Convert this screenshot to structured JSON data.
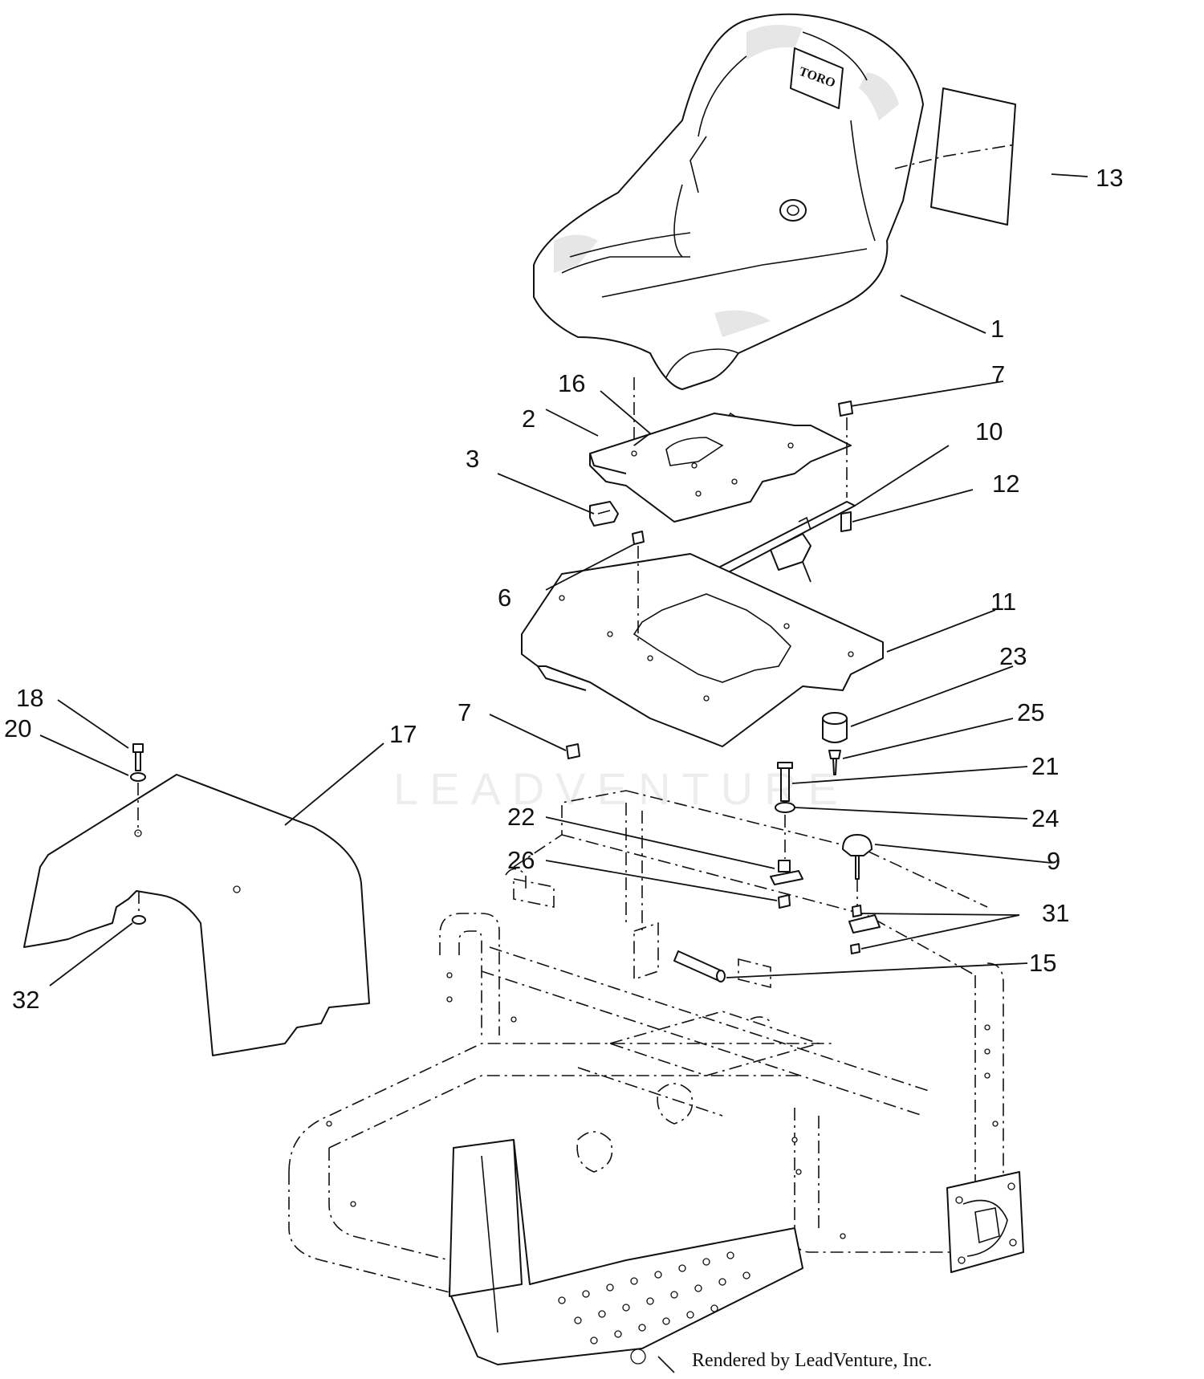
{
  "seat_logo": "TORO",
  "watermark": "LEADVENTURE",
  "footer": "Rendered by LeadVenture, Inc.",
  "callouts": [
    {
      "id": "c1",
      "text": "1"
    },
    {
      "id": "c2",
      "text": "2"
    },
    {
      "id": "c3",
      "text": "3"
    },
    {
      "id": "c6",
      "text": "6"
    },
    {
      "id": "c7a",
      "text": "7"
    },
    {
      "id": "c7b",
      "text": "7"
    },
    {
      "id": "c9",
      "text": "9"
    },
    {
      "id": "c10",
      "text": "10"
    },
    {
      "id": "c11",
      "text": "11"
    },
    {
      "id": "c12",
      "text": "12"
    },
    {
      "id": "c13",
      "text": "13"
    },
    {
      "id": "c15",
      "text": "15"
    },
    {
      "id": "c16",
      "text": "16"
    },
    {
      "id": "c17",
      "text": "17"
    },
    {
      "id": "c18",
      "text": "18"
    },
    {
      "id": "c20",
      "text": "20"
    },
    {
      "id": "c21",
      "text": "21"
    },
    {
      "id": "c22",
      "text": "22"
    },
    {
      "id": "c23",
      "text": "23"
    },
    {
      "id": "c24",
      "text": "24"
    },
    {
      "id": "c25",
      "text": "25"
    },
    {
      "id": "c26",
      "text": "26"
    },
    {
      "id": "c31",
      "text": "31"
    },
    {
      "id": "c32",
      "text": "32"
    }
  ]
}
